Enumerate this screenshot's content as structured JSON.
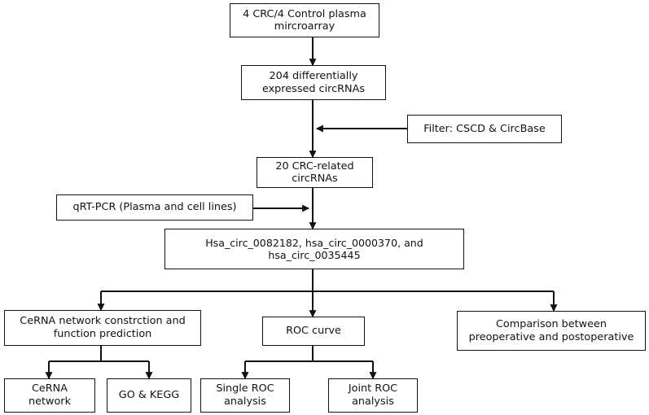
{
  "diagram": {
    "nodes": {
      "microarray": "4 CRC/4 Control plasma\nmircroarray",
      "differential": "204 differentially\nexpressed circRNAs",
      "filter": "Filter: CSCD & CircBase",
      "crc_related": "20 CRC-related\ncircRNAs",
      "qrtpcr": "qRT-PCR (Plasma and cell lines)",
      "selected": "Hsa_circ_0082182, hsa_circ_0000370, and\nhsa_circ_0035445",
      "cerna": "CeRNA network constrction and\nfunction prediction",
      "roc": "ROC curve",
      "comparison": "Comparison between\npreoperative and postoperative",
      "cerna_network": "CeRNA\nnetwork",
      "go_kegg": "GO & KEGG",
      "single_roc": "Single ROC\nanalysis",
      "joint_roc": "Joint ROC\nanalysis"
    },
    "colors": {
      "stroke": "#111111",
      "fill": "#ffffff",
      "text": "#111111"
    }
  }
}
